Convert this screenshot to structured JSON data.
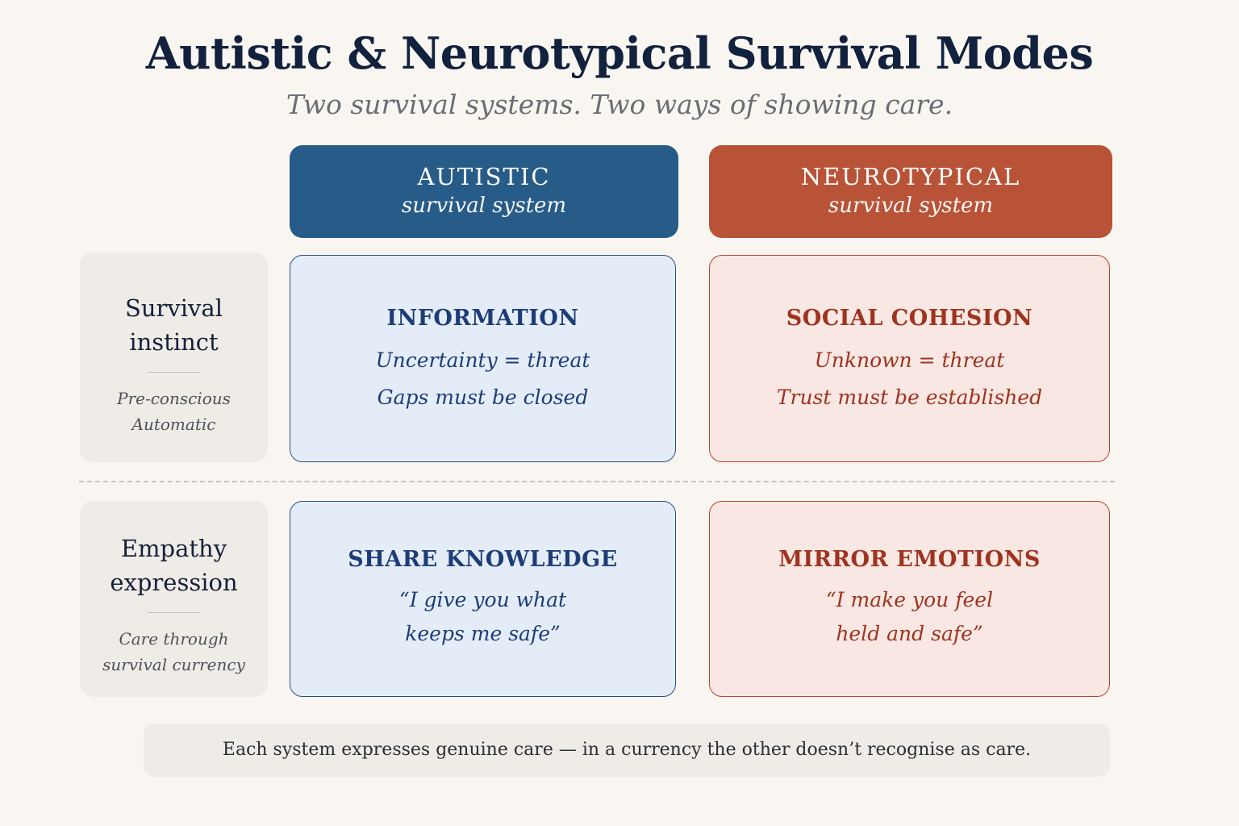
{
  "title": "Autistic & Neurotypical Survival Modes",
  "subtitle": "Two survival systems. Two ways of showing care.",
  "columns": [
    {
      "title": "AUTISTIC",
      "subtitle": "survival system",
      "color": "#275b88"
    },
    {
      "title": "NEUROTYPICAL",
      "subtitle": "survival system",
      "color": "#b95337"
    }
  ],
  "rows": [
    {
      "label": "Survival instinct",
      "notes": [
        "Pre-conscious",
        "Automatic"
      ],
      "cells": [
        {
          "title": "INFORMATION",
          "lines": [
            "Uncertainty = threat",
            "Gaps must be closed"
          ]
        },
        {
          "title": "SOCIAL COHESION",
          "lines": [
            "Unknown = threat",
            "Trust must be established"
          ]
        }
      ]
    },
    {
      "label": "Empathy expression",
      "notes": [
        "Care through",
        "survival currency"
      ],
      "cells": [
        {
          "title": "SHARE KNOWLEDGE",
          "lines": [
            "“I give you what",
            "keeps me safe”"
          ]
        },
        {
          "title": "MIRROR EMOTIONS",
          "lines": [
            "“I make you feel",
            "held and safe”"
          ]
        }
      ]
    }
  ],
  "footer": "Each system expresses genuine care — in a currency the other doesn’t recognise as care."
}
